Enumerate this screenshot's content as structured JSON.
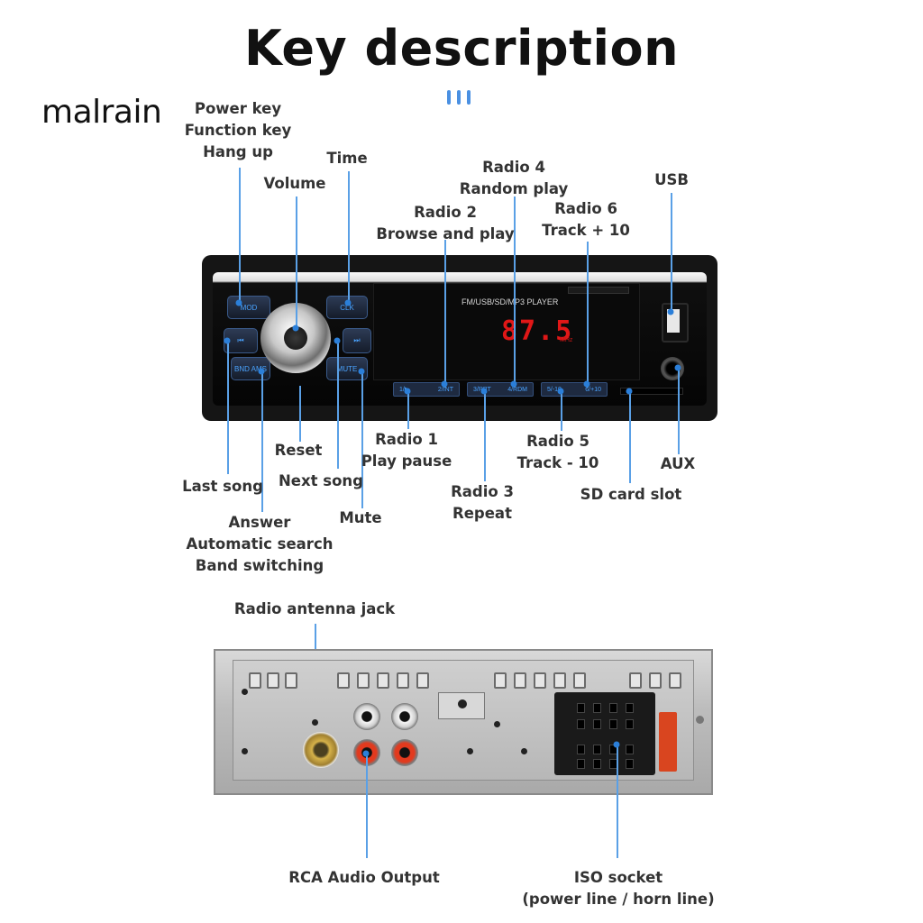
{
  "header": {
    "title": "Key description",
    "brand": "malrain"
  },
  "display": {
    "caption": "FM/USB/SD/MP3 PLAYER",
    "frequency": "87.5",
    "unit": "MHz"
  },
  "buttons": {
    "mode": "MOD",
    "clk": "CLK",
    "prev": "⏮",
    "next": "⏭",
    "band": "BND AMS",
    "mute": "MUTE",
    "preset1": [
      "1/▶",
      "2/INT"
    ],
    "preset2": [
      "3/RPT",
      "4/RDM"
    ],
    "preset3": [
      "5/-10",
      "6/+10"
    ]
  },
  "labels": {
    "power": [
      "Power key",
      "Function key",
      "Hang up"
    ],
    "time": "Time",
    "volume": "Volume",
    "radio4": [
      "Radio 4",
      "Random play"
    ],
    "radio2": [
      "Radio 2",
      "Browse and play"
    ],
    "radio6": [
      "Radio 6",
      "Track + 10"
    ],
    "usb": "USB",
    "reset": "Reset",
    "radio1": [
      "Radio 1",
      "Play pause"
    ],
    "radio5": [
      "Radio 5",
      "Track - 10"
    ],
    "aux": "AUX",
    "last_song": "Last song",
    "next_song": "Next song",
    "radio3": [
      "Radio 3",
      "Repeat"
    ],
    "sd_card": "SD card slot",
    "answer": [
      "Answer",
      "Automatic search",
      "Band switching"
    ],
    "mute": "Mute",
    "antenna": "Radio antenna jack",
    "rca": "RCA Audio Output",
    "iso": [
      "ISO socket",
      "(power line / horn line)"
    ]
  },
  "colors": {
    "accent": "#4a90e2",
    "display_red": "#e01717",
    "button_blue": "#4aa3ff"
  }
}
